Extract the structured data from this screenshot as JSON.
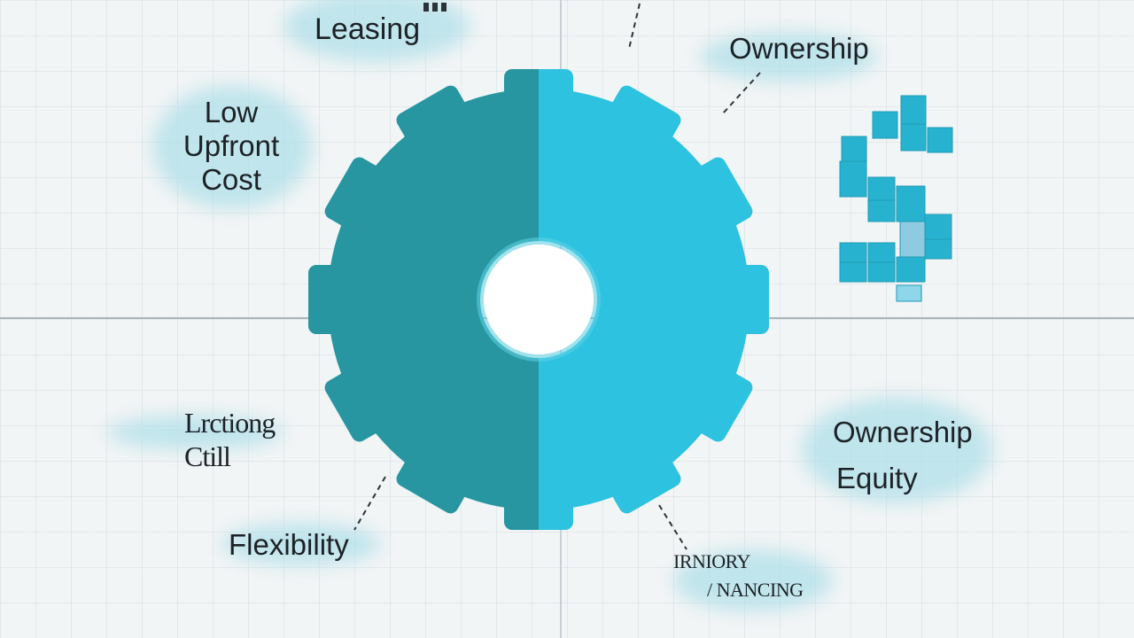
{
  "left_side": {
    "top_label": "Leasing",
    "benefit_1": [
      "Low",
      "Upfront",
      "Cost"
    ],
    "benefit_2": [
      "Lrctiong",
      "Ctill"
    ],
    "benefit_3": "Flexibility"
  },
  "right_side": {
    "top_label": "Ownership",
    "benefit_1": [
      "Ownership",
      "Equity"
    ],
    "benefit_2": [
      "IRNIORY",
      "/ NANCING"
    ]
  },
  "icon": {
    "center": "gear-icon",
    "right": "dollar-sign-icon"
  },
  "colors": {
    "gear_left": "#2796a0",
    "gear_right": "#2ec2e1",
    "dollar_cells": "#27b3cf",
    "grid_axis": "#a9b4bb",
    "label_glow": "#aedfe8"
  }
}
